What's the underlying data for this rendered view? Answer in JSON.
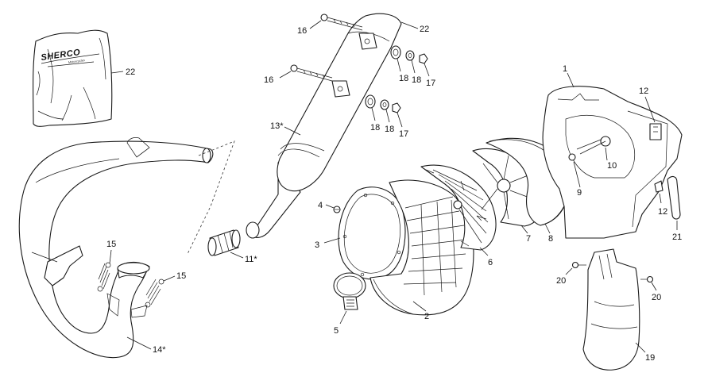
{
  "brand": {
    "logo_text": "SHERCO",
    "logo_subtext": "Motorcycles"
  },
  "callouts": {
    "c1": "1",
    "c2": "2",
    "c3": "3",
    "c4": "4",
    "c5": "5",
    "c6": "6",
    "c7": "7",
    "c8": "8",
    "c9": "9",
    "c10": "10",
    "c11": "11*",
    "c12a": "12",
    "c12b": "12",
    "c13": "13*",
    "c14": "14*",
    "c15a": "15",
    "c15b": "15",
    "c16a": "16",
    "c16b": "16",
    "c17a": "17",
    "c17b": "17",
    "c18a": "18",
    "c18b": "18",
    "c18c": "18",
    "c18d": "18",
    "c19": "19",
    "c20a": "20",
    "c20b": "20",
    "c21": "21",
    "c22a": "22",
    "c22b": "22"
  },
  "colors": {
    "line": "#1a1a1a",
    "background": "#ffffff"
  }
}
